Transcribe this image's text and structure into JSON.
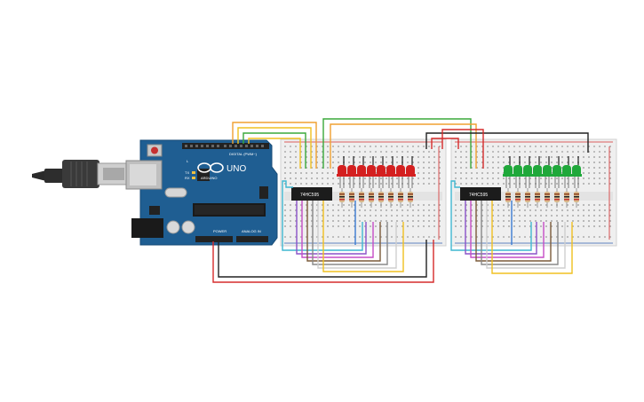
{
  "arduino": {
    "brand": "ARDUINO",
    "model": "UNO",
    "digital_label": "DIGITAL (PWM~)",
    "power_label": "POWER",
    "analog_label": "ANALOG IN",
    "tx_label": "TX",
    "rx_label": "RX",
    "l_label": "L"
  },
  "chips": [
    {
      "label": "74HC595"
    },
    {
      "label": "74HC595"
    }
  ],
  "leds": {
    "left_color": "#d42020",
    "right_color": "#1fa83a",
    "per_board": 8
  },
  "colors": {
    "board": "#1f5e92",
    "breadboard": "#efefef",
    "rail_red": "#d52b2b",
    "rail_blue": "#2f5fb3"
  }
}
